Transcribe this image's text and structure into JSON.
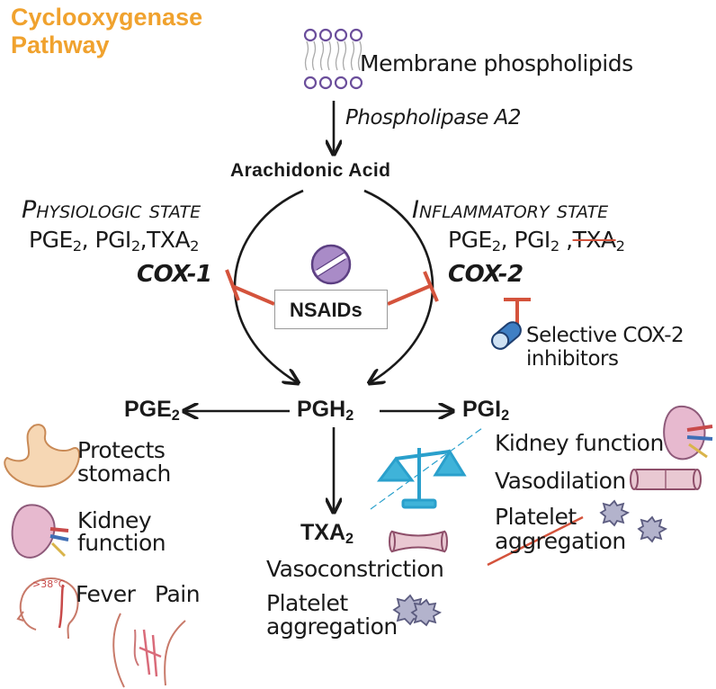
{
  "title": {
    "line1": "Cyclooxygenase",
    "line2": "Pathway"
  },
  "membrane": {
    "label": "Membrane phospholipids"
  },
  "enzyme_pla2": {
    "label": "Phospholipase A2"
  },
  "arachidonic": {
    "label": "Arachidonic Acid"
  },
  "physiologic": {
    "heading": "Physiologic state",
    "products": [
      "PGE",
      "2",
      ", PGI",
      "2",
      ",TXA",
      "2"
    ],
    "enzyme": "COX-1"
  },
  "inflammatory": {
    "heading": "Inflammatory state",
    "products": [
      "PGE",
      "2",
      ", PGI",
      "2",
      " ,",
      "TXA",
      "2"
    ],
    "enzyme": "COX-2"
  },
  "nsaids": {
    "label": "NSAIDs"
  },
  "selective": {
    "line1": "Selective COX-2",
    "line2": "inhibitors"
  },
  "pgh2": {
    "base": "PGH",
    "sub": "2"
  },
  "pge2": {
    "base": "PGE",
    "sub": "2",
    "effects": [
      "Protects",
      "stomach",
      "Kidney",
      "function",
      "Fever",
      "Pain"
    ],
    "fever_temp": ">38°C"
  },
  "pgi2": {
    "base": "PGI",
    "sub": "2",
    "effects": [
      "Kidney function",
      "Vasodilation",
      "Platelet",
      "aggregation"
    ]
  },
  "txa2": {
    "base": "TXA",
    "sub": "2",
    "effects": [
      "Vasoconstriction",
      "Platelet",
      "aggregation"
    ]
  },
  "colors": {
    "title": "#f0a22e",
    "inhibit": "#d4533c",
    "arrow": "#1a1a1a",
    "pill": "#a98bc7",
    "scale": "#3fb3d9",
    "capsule": "#3f7fc4",
    "vessel": "#c7a3b0",
    "platelet": "#b3b3cc"
  }
}
